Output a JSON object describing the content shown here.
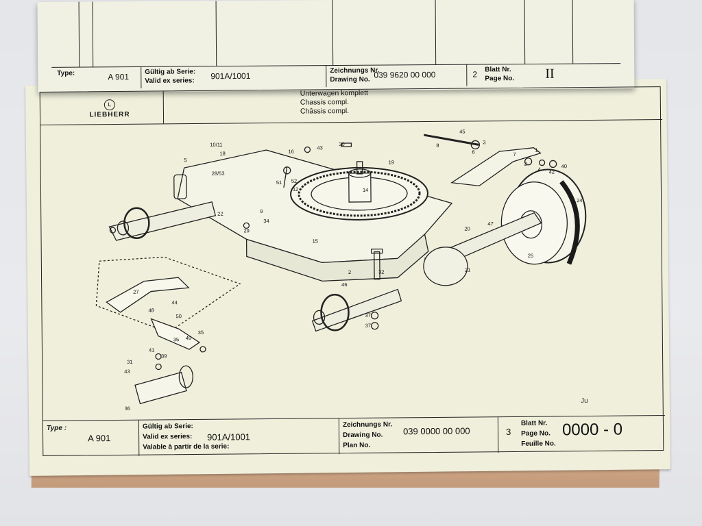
{
  "top_sheet": {
    "type_label": "Type:",
    "type_value": "A 901",
    "valid_label_1": "Gültig ab Serie:",
    "valid_label_2": "Valid ex series:",
    "series_value": "901A/1001",
    "drawing_label_1": "Zeichnungs Nr.",
    "drawing_label_2": "Drawing No.",
    "drawing_value": "039 9620 00 000",
    "sheet_num": "2",
    "blatt_label_1": "Blatt Nr.",
    "blatt_label_2": "Page No.",
    "page_value": "II"
  },
  "sheet": {
    "logo_text": "LIEBHERR",
    "title_lines": [
      "Unterwagen komplett",
      "Chassis compl.",
      "Châssis compl."
    ],
    "parts": [
      "45",
      "1",
      "8",
      "6",
      "3",
      "7",
      "2",
      "40",
      "42",
      "4",
      "30",
      "43",
      "16",
      "19",
      "10/11",
      "18",
      "5",
      "28/53",
      "51",
      "52",
      "12",
      "14",
      "24",
      "22",
      "34",
      "29",
      "9",
      "47",
      "15",
      "25",
      "20",
      "21",
      "32",
      "46",
      "2",
      "37",
      "37",
      "27",
      "44",
      "48",
      "50",
      "35",
      "49",
      "35",
      "41",
      "39",
      "31",
      "43",
      "36"
    ],
    "initials": "Ju",
    "footer": {
      "type_label": "Type :",
      "type_value": "A  901",
      "valid_label_1": "Gültig ab Serie:",
      "valid_label_2": "Valid ex series:",
      "valid_label_3": "Valable à partir de la serie:",
      "series_value": "901A/1001",
      "drawing_label_1": "Zeichnungs Nr.",
      "drawing_label_2": "Drawing No.",
      "drawing_label_3": "Plan No.",
      "drawing_value": "039 0000 00 000",
      "sheet_num": "3",
      "blatt_label_1": "Blatt Nr.",
      "blatt_label_2": "Page No.",
      "blatt_label_3": "Feuille No.",
      "page_value": "0000 - 0"
    }
  }
}
